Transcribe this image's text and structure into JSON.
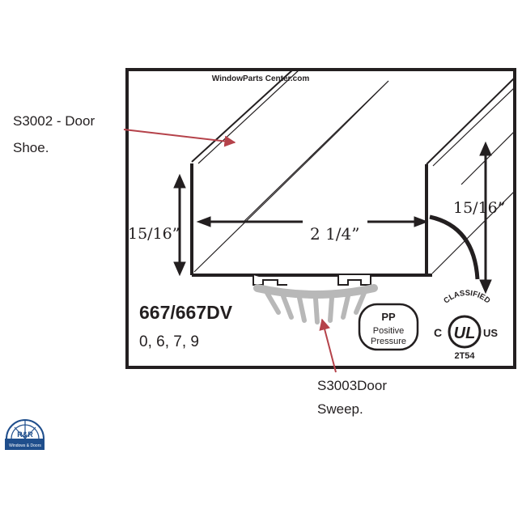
{
  "watermark": "WindowParts Center.com",
  "callouts": {
    "door_shoe": {
      "line1": "S3002 - Door",
      "line2": "Shoe."
    },
    "door_sweep": {
      "line1": "S3003Door",
      "line2": "Sweep."
    }
  },
  "dimensions": {
    "height_left": "15/16”",
    "height_right": "15/16”",
    "width": "2 1/4”"
  },
  "product": {
    "model": "667/667DV",
    "finishes": "0, 6, 7, 9"
  },
  "pp_badge": {
    "line1": "PP",
    "line2": "Positive",
    "line3": "Pressure"
  },
  "ul_mark": {
    "top": "CLASSIFIED",
    "left": "C",
    "center": "UL",
    "right": "US",
    "code": "2T54"
  },
  "logo": {
    "initials": "R&R",
    "tagline": "Windows & Doors"
  },
  "colors": {
    "frame": "#231f20",
    "callout_arrow": "#b5424a",
    "sweep": "#b8b8b8",
    "logo_blue": "#1f4e8c"
  }
}
